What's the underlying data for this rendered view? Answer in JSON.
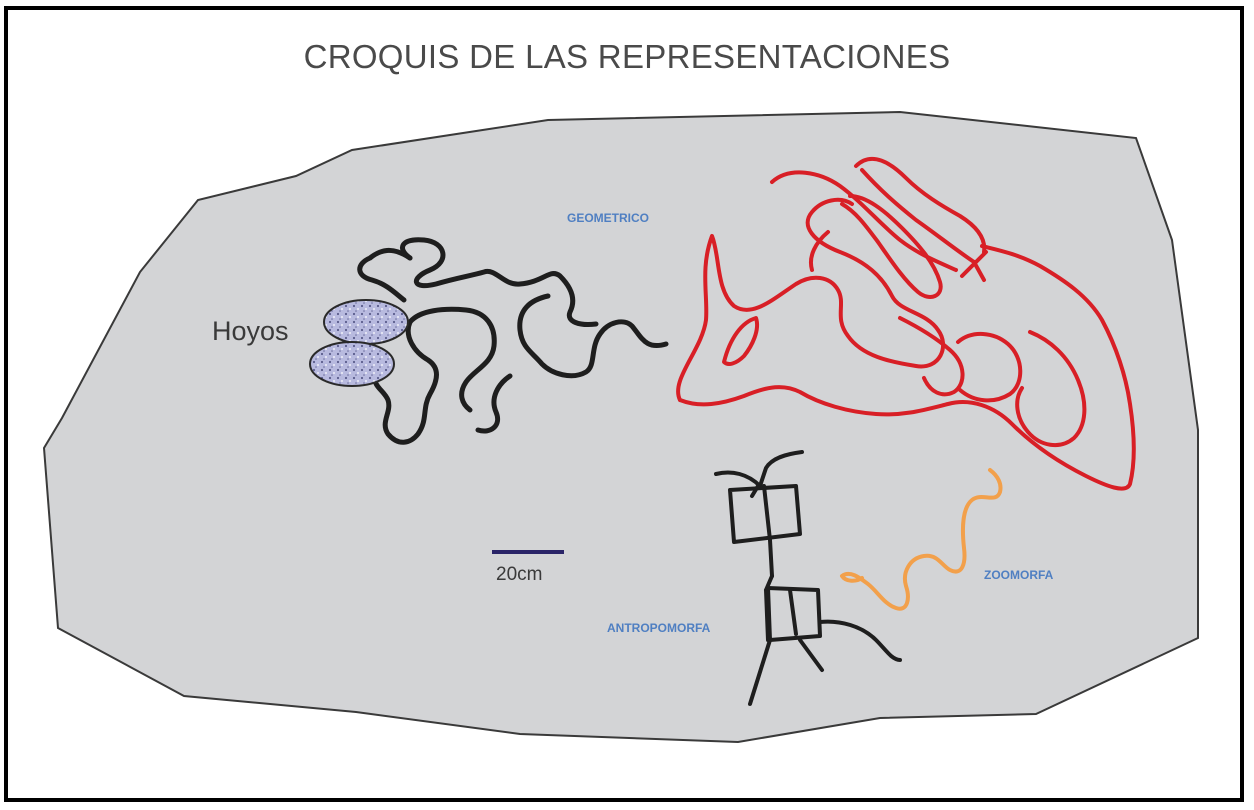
{
  "title": "CROQUIS DE LAS REPRESENTACIONES",
  "labels": {
    "hoyos": "Hoyos",
    "geometrico": "GEOMETRICO",
    "antropomorfa": "ANTROPOMORFA",
    "zoomorfa": "ZOOMORFA",
    "scale": "20cm"
  },
  "colors": {
    "rock": "#d3d4d6",
    "outline": "#3a3a3a",
    "black_figure": "#1e1e1e",
    "geometric": "#d81f26",
    "zoomorph": "#f2a04b",
    "label_blue": "#4f7fc2",
    "scale_bar": "#2a2468",
    "hoyos_fill": "#aeb0d8"
  }
}
